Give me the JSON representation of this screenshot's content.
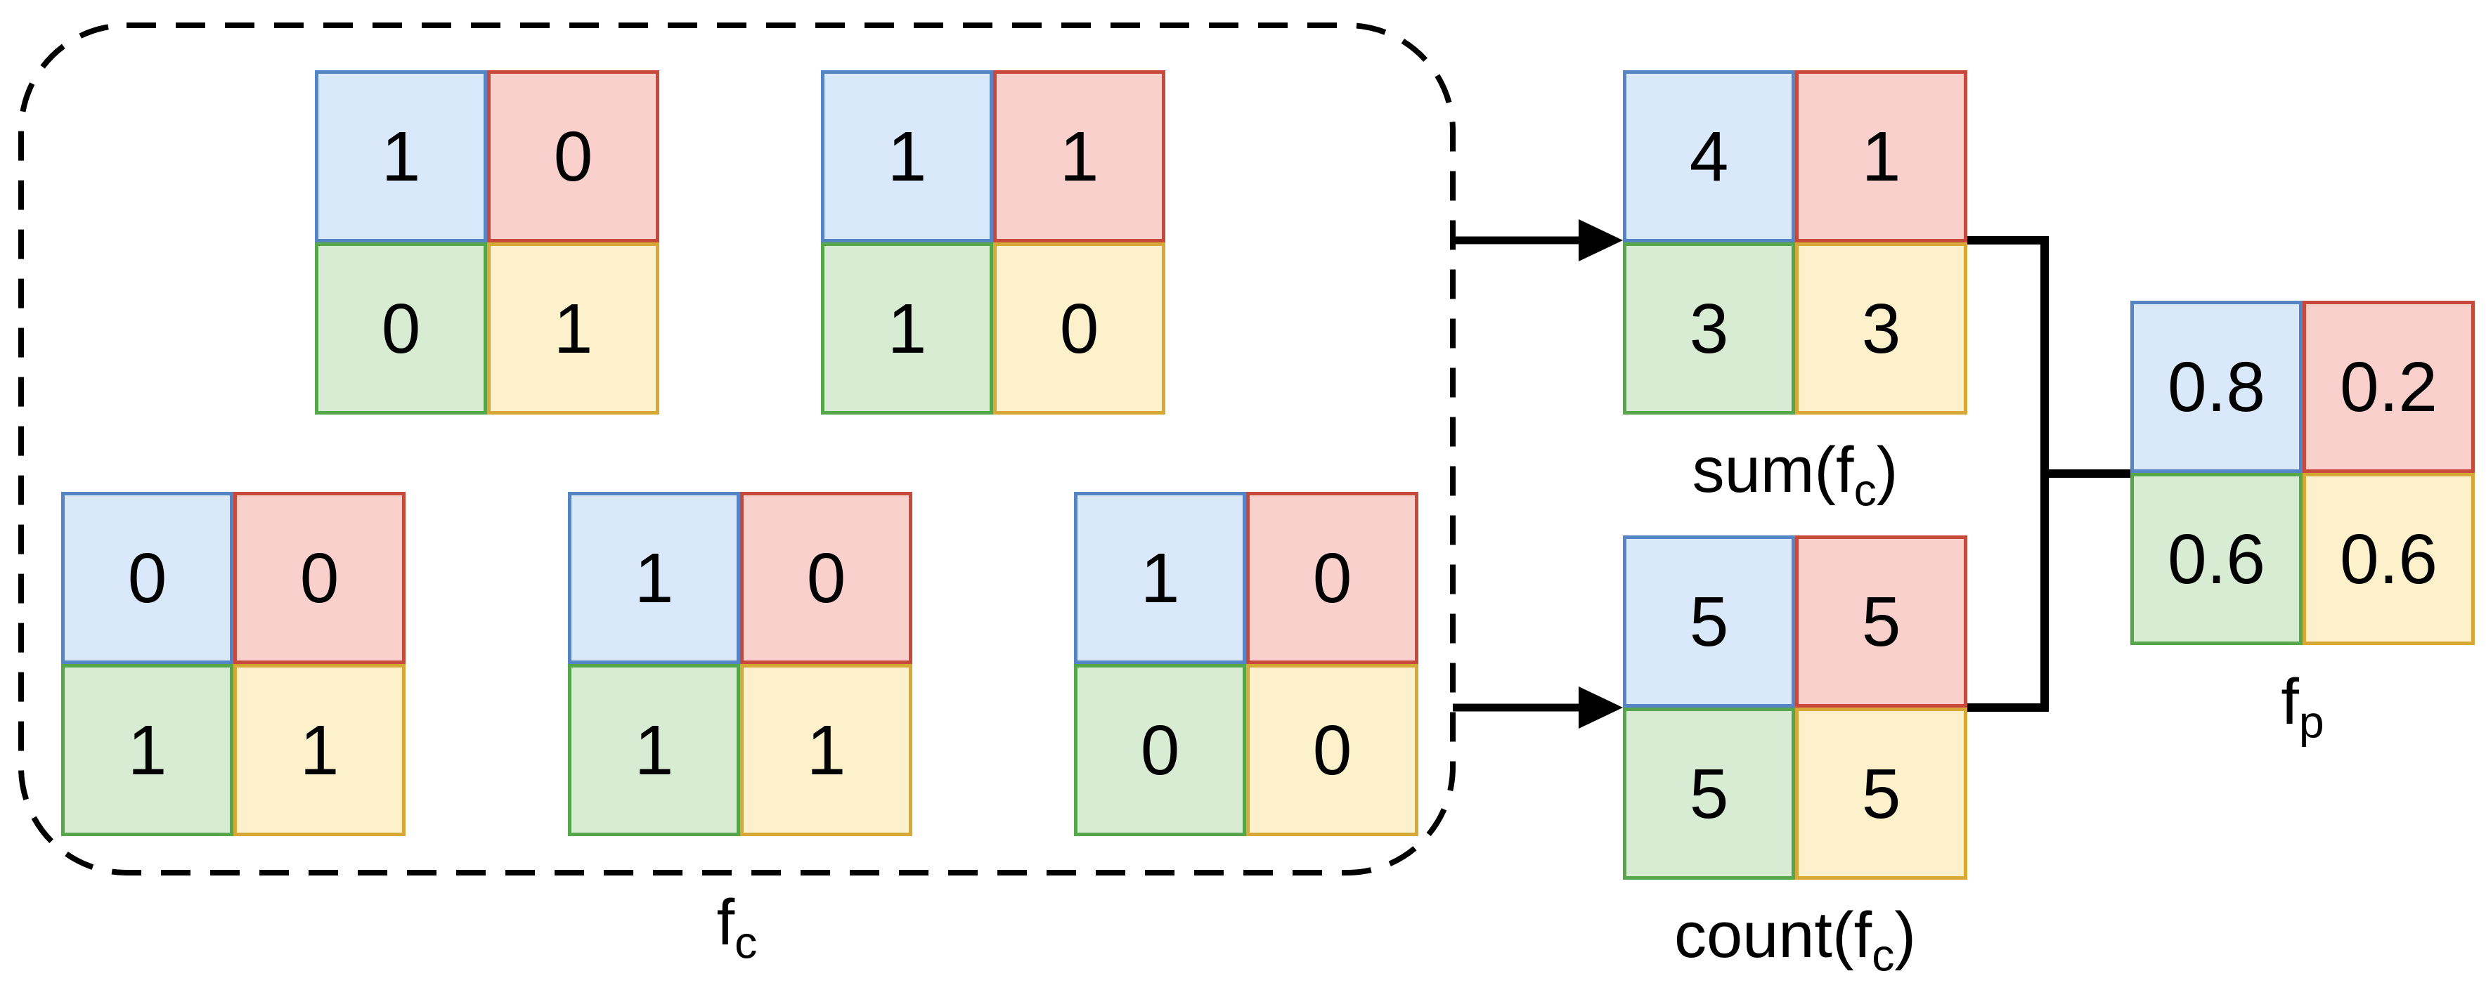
{
  "diagram": {
    "group": {
      "label_pre": "f",
      "label_sub": "c",
      "label_post": ""
    },
    "child_grids": [
      {
        "cells": [
          "1",
          "0",
          "0",
          "1"
        ]
      },
      {
        "cells": [
          "1",
          "1",
          "1",
          "0"
        ]
      },
      {
        "cells": [
          "0",
          "0",
          "1",
          "1"
        ]
      },
      {
        "cells": [
          "1",
          "0",
          "1",
          "1"
        ]
      },
      {
        "cells": [
          "1",
          "0",
          "0",
          "0"
        ]
      }
    ],
    "sum": {
      "cells": [
        "4",
        "1",
        "3",
        "3"
      ],
      "label_pre": "sum(f",
      "label_sub": "c",
      "label_post": ")"
    },
    "count": {
      "cells": [
        "5",
        "5",
        "5",
        "5"
      ],
      "label_pre": "count(f",
      "label_sub": "c",
      "label_post": ")"
    },
    "result": {
      "cells": [
        "0.8",
        "0.2",
        "0.6",
        "0.6"
      ],
      "label_pre": "f",
      "label_sub": "p",
      "label_post": ""
    },
    "colors": {
      "cell_blue_fill": "#d9e8fb",
      "cell_blue_stroke": "#5585c5",
      "cell_red_fill": "#fad0cc",
      "cell_red_stroke": "#c8493c",
      "cell_green_fill": "#d8ecd4",
      "cell_green_stroke": "#56a64b",
      "cell_yellow_fill": "#fdf1cb",
      "cell_yellow_stroke": "#d8a836",
      "line": "#000000",
      "background": "#ffffff"
    }
  }
}
